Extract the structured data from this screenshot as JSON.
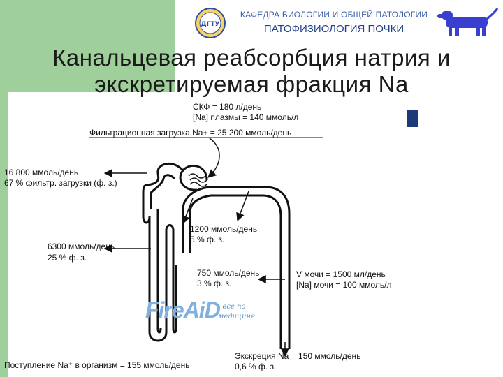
{
  "header": {
    "department": "КАФЕДРА БИОЛОГИИ И ОБЩЕЙ ПАТОЛОГИИ",
    "subject": "ПАТОФИЗИОЛОГИЯ ПОЧКИ",
    "logo_text": "ДГТУ",
    "colors": {
      "accent_green": "#9fcf9a",
      "brand_blue": "#23418a",
      "mascot": "#3a3fd0"
    }
  },
  "title": {
    "line1": "Канальцевая реабсорбция натрия и",
    "line2": "экскретируемая фракция Na"
  },
  "labels": {
    "gfr": "СКФ = 180 л/день",
    "plasma_na": "[Na] плазмы = 140 ммоль/л",
    "filtered_load": "Фильтрационная загрузка Na+ = 25 200 ммоль/день",
    "proximal_amount": "16 800 ммоль/день",
    "proximal_pct": "67 % фильтр. загрузки (ф. з.)",
    "loop_amount": "6300 ммоль/день",
    "loop_pct": "25 % ф. з.",
    "distal_amount": "1200 ммоль/день",
    "distal_pct": "5 % ф. з.",
    "collecting_amount": "750 ммоль/день",
    "collecting_pct": "3 % ф. з.",
    "urine_volume": "V мочи = 1500 мл/день",
    "urine_na": "[Na] мочи = 100 ммоль/л",
    "excretion": "Экскреция Na = 150 ммоль/день",
    "excretion_pct": "0,6 % ф. з.",
    "intake": "Поступление Na⁺ в организм = 155 ммоль/день"
  },
  "watermark": {
    "brand": "FireAiD",
    "tagline1": "- все по",
    "tagline2": "медицине."
  }
}
